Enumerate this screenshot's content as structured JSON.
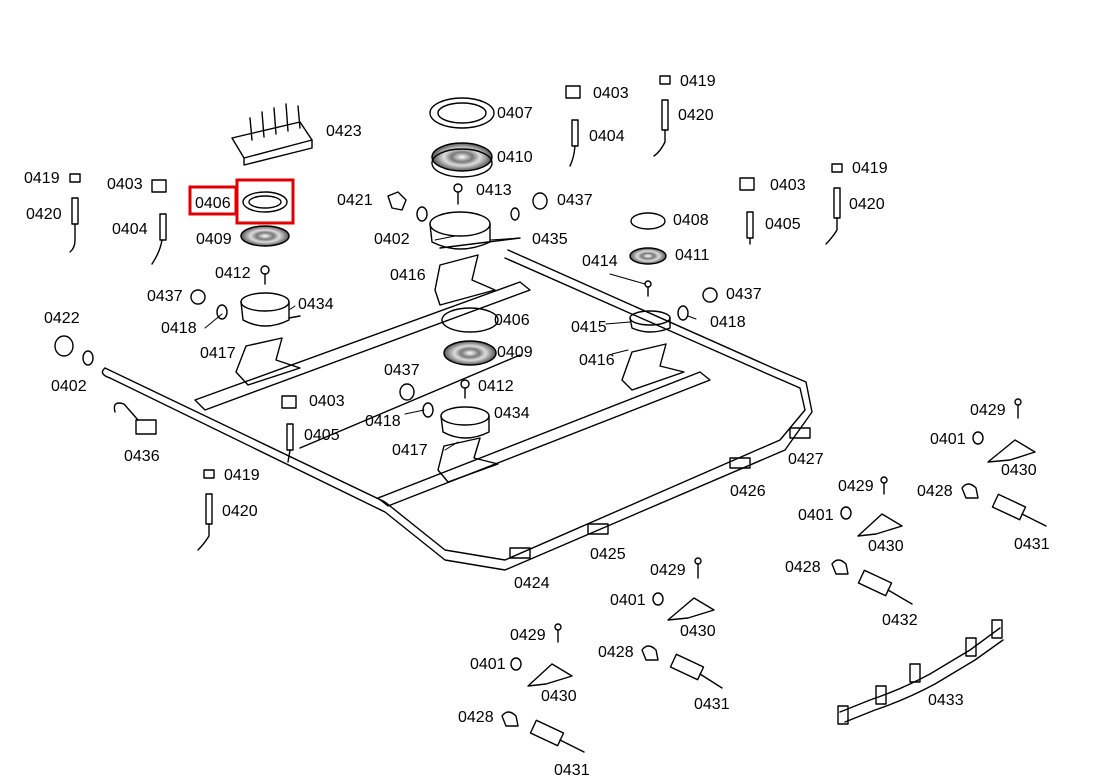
{
  "highlight": {
    "part": "0406",
    "color": "#e00000"
  },
  "labels": {
    "p0407": "0407",
    "p0410": "0410",
    "p0403a": "0403",
    "p0404a": "0404",
    "p0419a": "0419",
    "p0420a": "0420",
    "p0423": "0423",
    "p0421": "0421",
    "p0413": "0413",
    "p0437a": "0437",
    "p0408": "0408",
    "p0402a": "0402",
    "p0435": "0435",
    "p0403b": "0403",
    "p0405a": "0405",
    "p0419b": "0419",
    "p0420b": "0420",
    "p0419c": "0419",
    "p0420c": "0420",
    "p0403c": "0403",
    "p0406a": "0406",
    "p0404b": "0404",
    "p0409a": "0409",
    "p0412a": "0412",
    "p0437b": "0437",
    "p0434a": "0434",
    "p0418a": "0418",
    "p0417a": "0417",
    "p0416a": "0416",
    "p0414": "0414",
    "p0411": "0411",
    "p0437c": "0437",
    "p0418b": "0418",
    "p0415": "0415",
    "p0416b": "0416",
    "p0406b": "0406",
    "p0409b": "0409",
    "p0422": "0422",
    "p0402b": "0402",
    "p0437d": "0437",
    "p0412b": "0412",
    "p0403d": "0403",
    "p0405b": "0405",
    "p0418c": "0418",
    "p0434b": "0434",
    "p0417b": "0417",
    "p0436": "0436",
    "p0419d": "0419",
    "p0420d": "0420",
    "p0427": "0427",
    "p0426": "0426",
    "p0425": "0425",
    "p0424": "0424",
    "p0429a": "0429",
    "p0401a": "0401",
    "p0430a": "0430",
    "p0428a": "0428",
    "p0431a": "0431",
    "p0429b": "0429",
    "p0401b": "0401",
    "p0430b": "0430",
    "p0428b": "0428",
    "p0432": "0432",
    "p0429c": "0429",
    "p0401c": "0401",
    "p0430c": "0430",
    "p0428c": "0428",
    "p0431b": "0431",
    "p0429d": "0429",
    "p0401d": "0401",
    "p0430d": "0430",
    "p0428d": "0428",
    "p0431c": "0431",
    "p0433": "0433"
  }
}
